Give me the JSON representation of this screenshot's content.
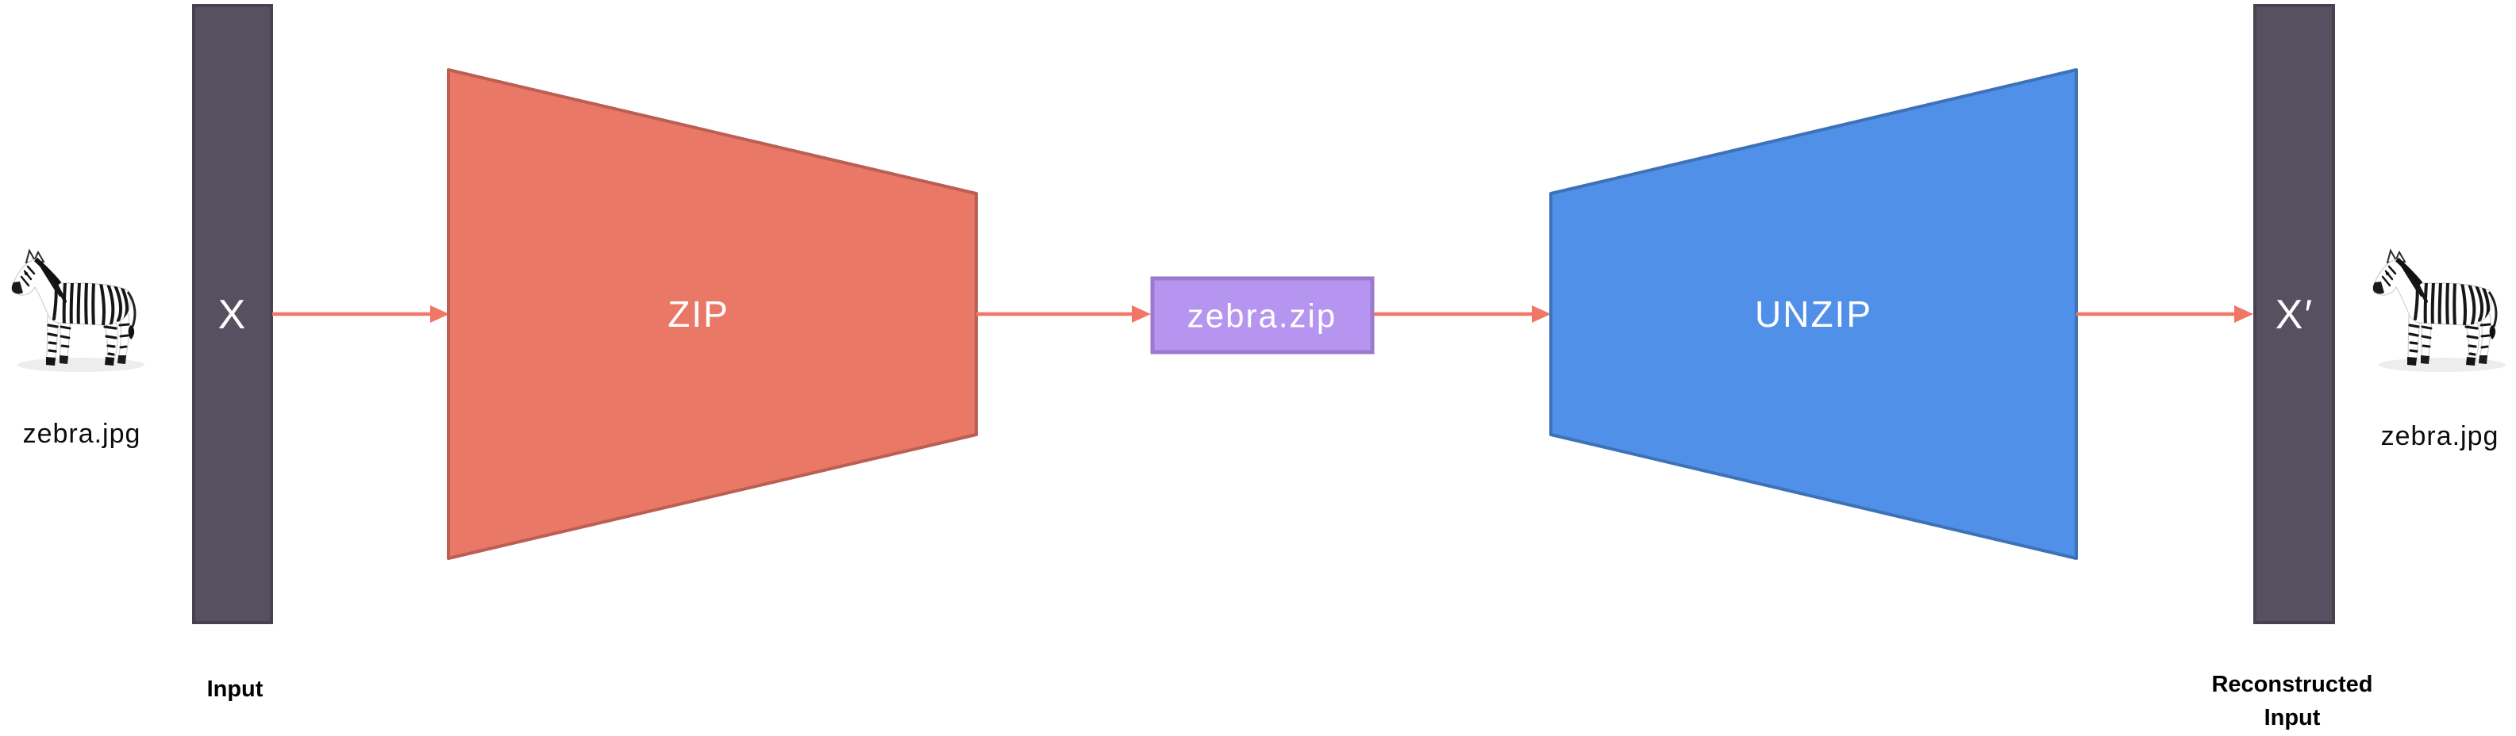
{
  "figure": {
    "title_semantic": "zip-unzip-compression-diagram",
    "left": {
      "image_alt": "zebra photo",
      "file_label": "zebra.jpg",
      "bar_symbol": "X",
      "caption": "Input"
    },
    "encoder": {
      "label": "ZIP"
    },
    "bottleneck": {
      "label": "zebra.zip"
    },
    "decoder": {
      "label": "UNZIP"
    },
    "right": {
      "image_alt": "zebra photo",
      "file_label": "zebra.jpg",
      "bar_symbol": "X′",
      "caption_line1": "Reconstructed",
      "caption_line2": "Input"
    },
    "colors": {
      "arrow": "#F07765",
      "bar_fill": "#575060",
      "bar_border": "#47424D",
      "encoder_fill": "#EA7867",
      "encoder_border": "#BB5E53",
      "bottleneck_fill": "#B695F0",
      "bottleneck_border": "#9B79CE",
      "decoder_fill": "#5190E8",
      "decoder_border": "#3D72B8",
      "shape_text": "#FFFFFF",
      "label_text": "#0C0C0C"
    }
  }
}
